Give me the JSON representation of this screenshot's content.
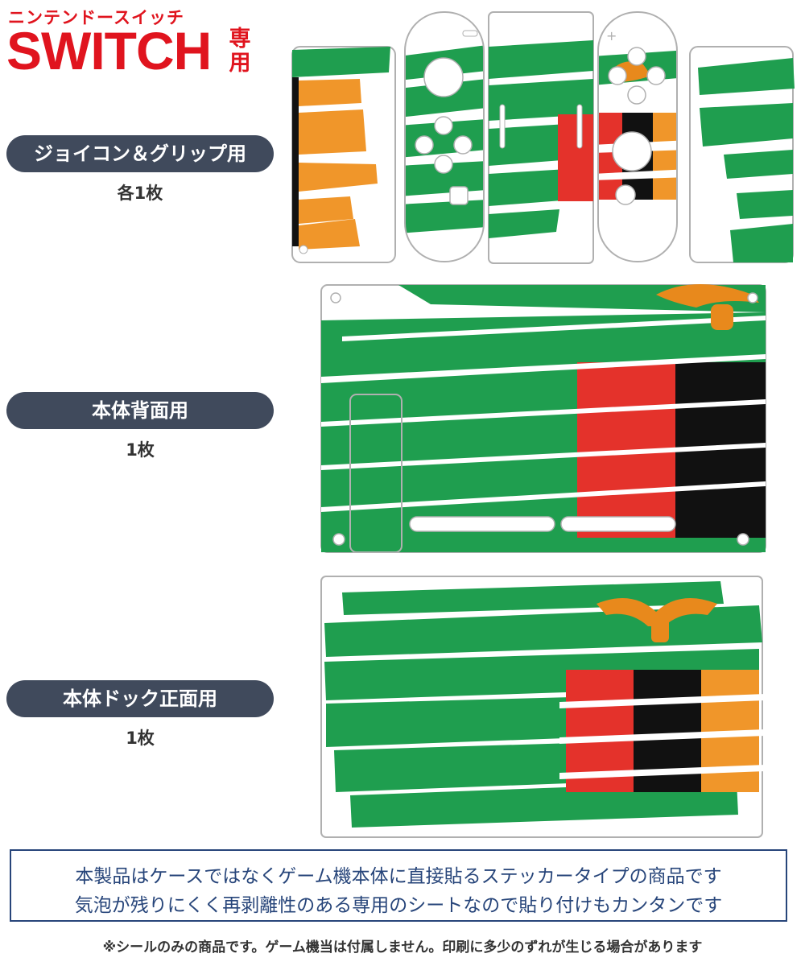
{
  "header": {
    "ruby": "ニンテンドースイッチ",
    "title": "SWITCH",
    "suffix_line1": "専",
    "suffix_line2": "用"
  },
  "sections": [
    {
      "label": "ジョイコン＆グリップ用",
      "count": "各1枚"
    },
    {
      "label": "本体背面用",
      "count": "1枚"
    },
    {
      "label": "本体ドック正面用",
      "count": "1枚"
    }
  ],
  "notice": {
    "line1": "本製品はケースではなくゲーム機本体に直接貼るステッカータイプの商品です",
    "line2": "気泡が残りにくく再剥離性のある専用のシートなので貼り付けもカンタンです"
  },
  "footnote": "※シールのみの商品です。ゲーム機当は付属しません。印刷に多少のずれが生じる場合があります",
  "colors": {
    "brand_red": "#e0141e",
    "pill_bg": "#404a5c",
    "notice_border": "#27457a",
    "flag_green": "#1f9e4f",
    "flag_red": "#e4322b",
    "flag_black": "#111111",
    "flag_orange": "#f0962a",
    "eagle": "#e8891c",
    "outline": "#b0b0b0"
  }
}
